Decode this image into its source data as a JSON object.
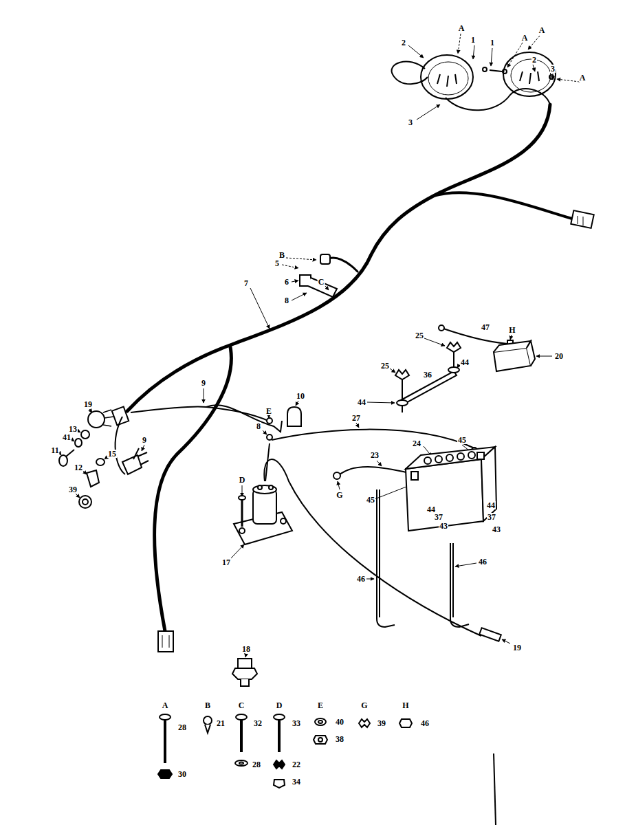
{
  "diagram": {
    "labels": [
      "2",
      "A",
      "1",
      "1",
      "A",
      "A",
      "2",
      "3",
      "A",
      "3",
      "B",
      "5",
      "6",
      "C",
      "8",
      "7",
      "9",
      "10",
      "E",
      "8",
      "D",
      "17",
      "18",
      "19",
      "13",
      "41",
      "11",
      "15",
      "12",
      "39",
      "9",
      "27",
      "23",
      "24",
      "45",
      "45",
      "G",
      "44",
      "37",
      "43",
      "44",
      "37",
      "43",
      "46",
      "46",
      "25",
      "25",
      "44",
      "36",
      "44",
      "47",
      "H",
      "20",
      "19",
      "A",
      "28",
      "30",
      "B",
      "21",
      "C",
      "32",
      "28",
      "D",
      "33",
      "22",
      "34",
      "E",
      "40",
      "38",
      "G",
      "39",
      "H",
      "46"
    ]
  }
}
